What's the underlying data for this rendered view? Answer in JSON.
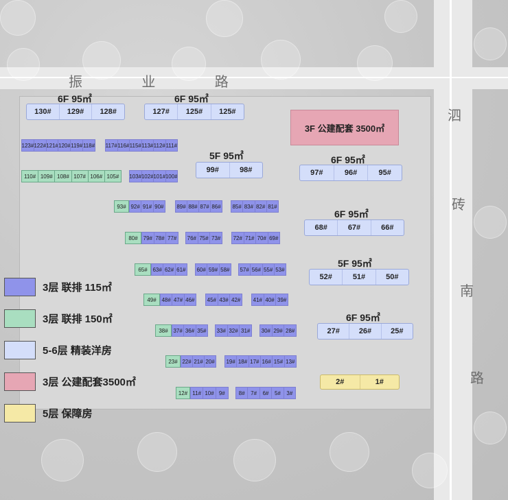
{
  "roads": {
    "north": "振 业 路",
    "east": [
      "泗",
      "砖",
      "南",
      "路"
    ]
  },
  "floor_labels": {
    "a": "6F 95㎡",
    "b": "6F 95㎡",
    "c": "5F 95㎡",
    "d": "6F 95㎡",
    "e": "6F 95㎡",
    "f": "5F 95㎡",
    "g": "6F 95㎡"
  },
  "public_building": "3F 公建配套 3500㎡",
  "apartments": {
    "a": [
      "130#",
      "129#",
      "128#"
    ],
    "b": [
      "127#",
      "125#",
      "125#"
    ],
    "c": [
      "99#",
      "98#"
    ],
    "d": [
      "97#",
      "96#",
      "95#"
    ],
    "e": [
      "68#",
      "67#",
      "66#"
    ],
    "f": [
      "52#",
      "51#",
      "50#"
    ],
    "g": [
      "27#",
      "26#",
      "25#"
    ],
    "h": [
      "2#",
      "1#"
    ]
  },
  "townhouses": {
    "r1a": [
      "123#",
      "122#",
      "121#",
      "120#",
      "119#",
      "118#"
    ],
    "r1b": [
      "117#",
      "116#",
      "115#",
      "113#",
      "112#",
      "111#"
    ],
    "r2a": [
      "110#",
      "109#",
      "108#",
      "107#",
      "106#",
      "105#"
    ],
    "r2b": [
      "103#",
      "102#",
      "101#",
      "100#"
    ],
    "r3a": [
      "93#"
    ],
    "r3b": [
      "92#",
      "91#",
      "90#"
    ],
    "r3c": [
      "89#",
      "88#",
      "87#",
      "86#"
    ],
    "r3d": [
      "85#",
      "83#",
      "82#",
      "81#"
    ],
    "r4a": [
      "80#"
    ],
    "r4b": [
      "79#",
      "78#",
      "77#"
    ],
    "r4c": [
      "76#",
      "75#",
      "73#"
    ],
    "r4d": [
      "72#",
      "71#",
      "70#",
      "69#"
    ],
    "r5a": [
      "65#"
    ],
    "r5b": [
      "63#",
      "62#",
      "61#"
    ],
    "r5c": [
      "60#",
      "59#",
      "58#"
    ],
    "r5d": [
      "57#",
      "56#",
      "55#",
      "53#"
    ],
    "r6a": [
      "49#"
    ],
    "r6b": [
      "48#",
      "47#",
      "46#"
    ],
    "r6c": [
      "45#",
      "43#",
      "42#"
    ],
    "r6d": [
      "41#",
      "40#",
      "39#"
    ],
    "r7a": [
      "38#"
    ],
    "r7b": [
      "37#",
      "36#",
      "35#"
    ],
    "r7c": [
      "33#",
      "32#",
      "31#"
    ],
    "r7d": [
      "30#",
      "29#",
      "28#"
    ],
    "r8a": [
      "23#"
    ],
    "r8b": [
      "22#",
      "21#",
      "20#"
    ],
    "r8c": [
      "19#",
      "18#",
      "17#",
      "16#",
      "15#",
      "13#"
    ],
    "r9a": [
      "12#"
    ],
    "r9b": [
      "11#",
      "10#",
      "9#"
    ],
    "r9c": [
      "8#",
      "7#",
      "6#",
      "5#",
      "3#"
    ]
  },
  "legend": [
    {
      "label": "3层 联排 115㎡",
      "color": "#8f93ea"
    },
    {
      "label": "3层 联排 150㎡",
      "color": "#a9dec0"
    },
    {
      "label": "5-6层 精装洋房",
      "color": "#d4defa"
    },
    {
      "label": "3层 公建配套3500㎡",
      "color": "#e6a6b4"
    },
    {
      "label": "5层 保障房",
      "color": "#f5e9a6"
    }
  ]
}
